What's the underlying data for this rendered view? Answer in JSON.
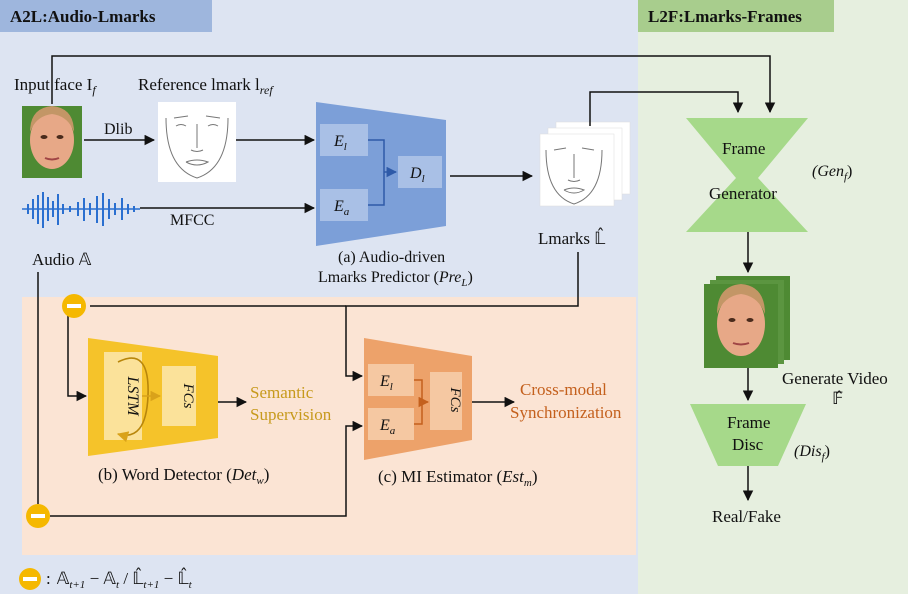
{
  "sections": {
    "a2l_title": "A2L:Audio-Lmarks",
    "l2f_title": "L2F:Lmarks-Frames"
  },
  "inputs": {
    "input_face": "Input face I",
    "input_face_sub": "f",
    "reference_lmark": "Reference lmark l",
    "reference_lmark_sub": "ref",
    "dlib": "Dlib",
    "mfcc": "MFCC",
    "audio": "Audio 𝔸"
  },
  "predictor": {
    "el": "E",
    "el_sub": "l",
    "ea": "E",
    "ea_sub": "a",
    "dl": "D",
    "dl_sub": "l",
    "caption_line1": "(a)  Audio-driven",
    "caption_line2": "Lmarks Predictor (",
    "caption_fn": "Pre",
    "caption_fn_sub": "L",
    "caption_close": ")",
    "output": "Lmarks 𝕃̂"
  },
  "generator": {
    "frame": "Frame",
    "generator": "Generator",
    "gen_label": "(Gen",
    "gen_sub": "f",
    "gen_close": ")",
    "generate_video": "Generate Video",
    "video_symbol": "𝔽̂",
    "disc_line1": "Frame",
    "disc_line2": "Disc",
    "dis_label": "(Dis",
    "dis_sub": "f",
    "dis_close": ")",
    "real_fake": "Real/Fake"
  },
  "word_detector": {
    "lstm": "LSTM",
    "fcs": "FCs",
    "semantic_line1": "Semantic",
    "semantic_line2": "Supervision",
    "caption": "(b) Word Detector (",
    "caption_fn": "Det",
    "caption_fn_sub": "w",
    "caption_close": ")"
  },
  "mi_estimator": {
    "el": "E",
    "el_sub": "l",
    "ea": "E",
    "ea_sub": "a",
    "fcs": "FCs",
    "sync_line1": "Cross-modal",
    "sync_line2": "Synchronization",
    "caption": "(c) MI Estimator (",
    "caption_fn": "Est",
    "caption_fn_sub": "m",
    "caption_close": ")"
  },
  "legend": {
    "colon": ":",
    "a_t1": "𝔸",
    "a_t1_sub": "t+1",
    "minus1": " − 𝔸",
    "a_t_sub": "t",
    "slash": " / 𝕃̂",
    "l_t1_sub": "t+1",
    "minus2": " − 𝕃̂",
    "l_t_sub": "t"
  },
  "colors": {
    "a2l_bg": "#dde4f2",
    "l2f_bg": "#e6efdf",
    "a2l_header": "#9eb6dd",
    "l2f_header": "#a8cd8d",
    "predictor_blue": "#7c9fd8",
    "generator_green": "#a6d98a",
    "detector_yellow": "#f5c32a",
    "estimator_orange": "#eda26a",
    "sub_region": "#fbe4d4",
    "semantic_text": "#c79a1c",
    "sync_text": "#c4601d"
  }
}
